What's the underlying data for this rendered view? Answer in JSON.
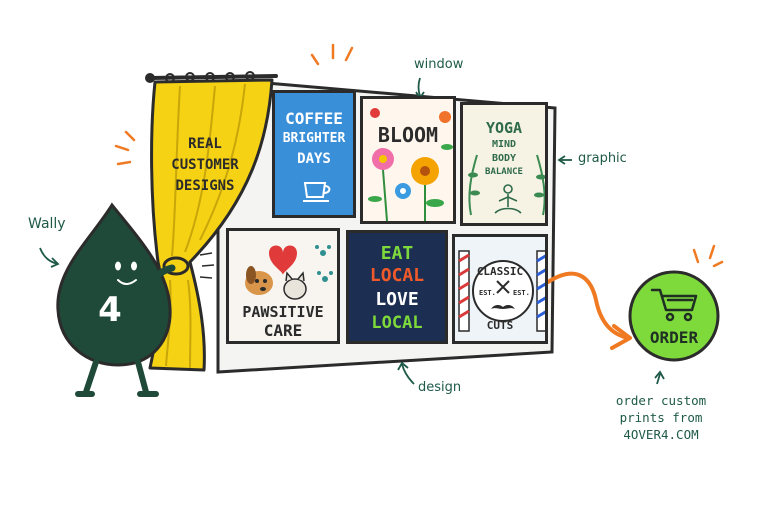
{
  "annotations": {
    "window": "window",
    "graphic": "graphic",
    "design": "design",
    "mascot": "Wally",
    "order_note": [
      "order custom",
      "prints from",
      "4OVER4.COM"
    ]
  },
  "curtain_label": [
    "REAL",
    "CUSTOMER",
    "DESIGNS"
  ],
  "mascot_number": "4",
  "order_button": "ORDER",
  "panels": {
    "coffee": [
      "COFFEE",
      "BRIGHTER",
      "DAYS"
    ],
    "bloom": "BLOOM",
    "yoga": [
      "YOGA",
      "MIND",
      "BODY",
      "BALANCE"
    ],
    "pawsitive": [
      "PAWSITIVE",
      "CARE"
    ],
    "eat": [
      "EAT",
      "LOCAL",
      "LOVE",
      "LOCAL"
    ],
    "barber": {
      "top": "CLASSIC",
      "bottom": "CUTS",
      "est_left": "EST.",
      "est_right": "EST."
    }
  },
  "colors": {
    "curtain": "#f5d214",
    "mascot": "#1f4a3a",
    "order": "#7ed93b",
    "arrow": "#f07a22",
    "accent_ink": "#1f5a48"
  }
}
